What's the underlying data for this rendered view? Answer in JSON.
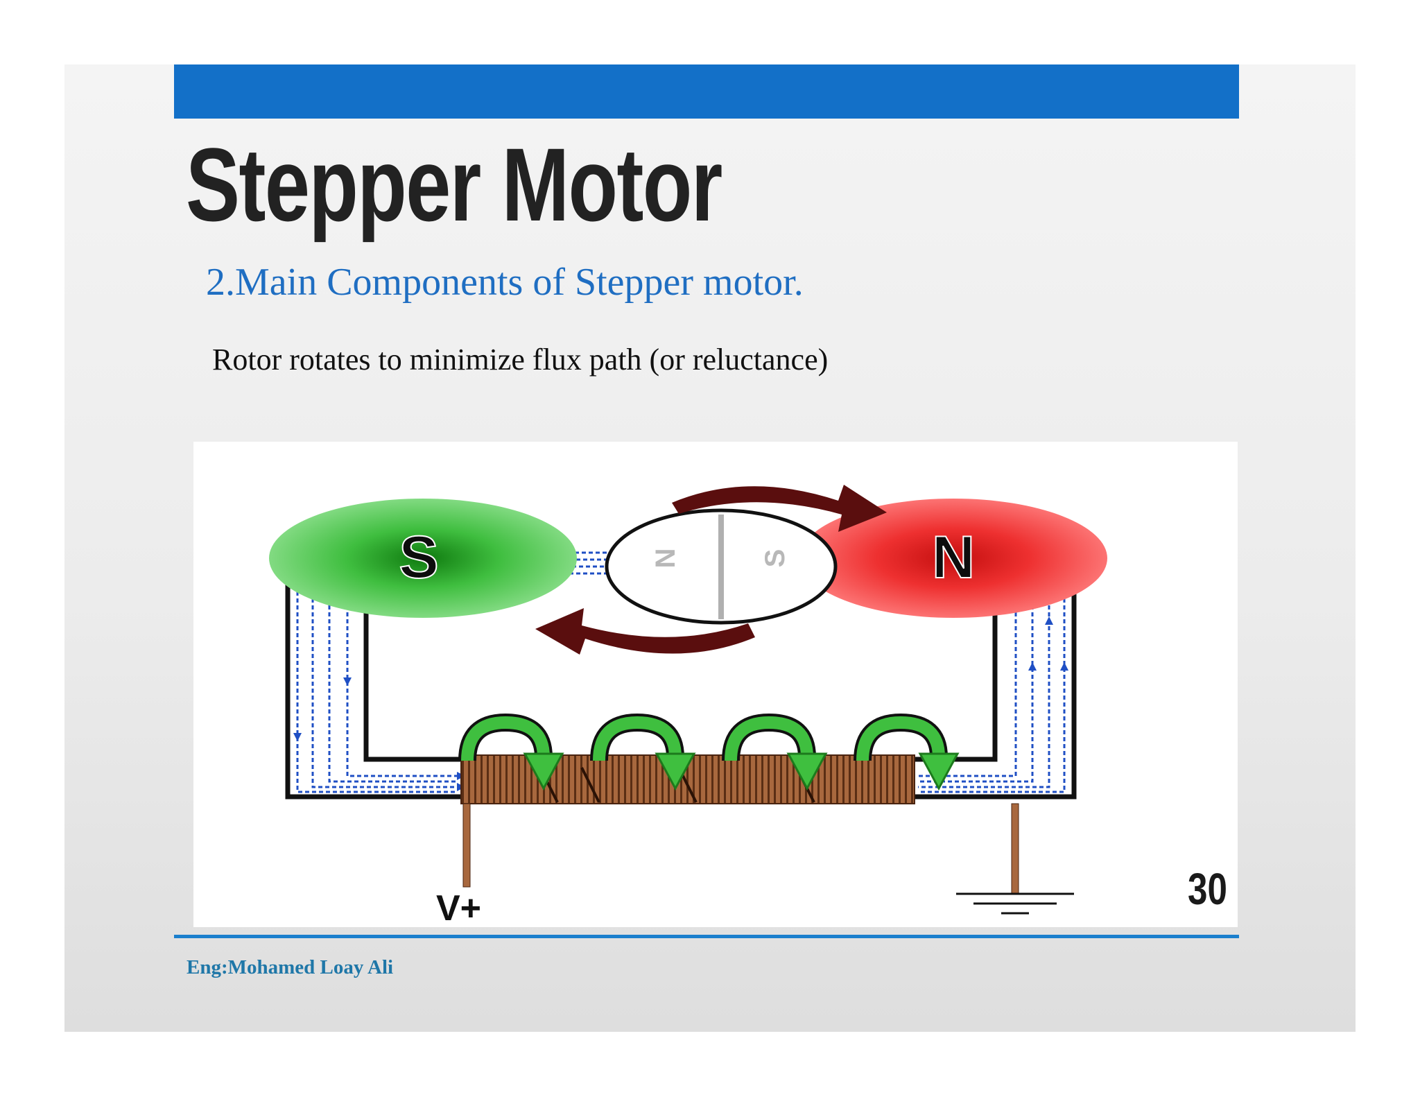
{
  "slide": {
    "title": "Stepper Motor",
    "subtitle": "2.Main Components of Stepper motor.",
    "body": "Rotor rotates to minimize flux path (or reluctance)",
    "page_number": "30",
    "author": "Eng:Mohamed Loay Ali"
  },
  "figure": {
    "stator_left_label": "S",
    "stator_right_label": "N",
    "rotor_left_label": "N",
    "rotor_right_label": "S",
    "supply_label": "V+",
    "colors": {
      "south_pole": "#3fbe3f",
      "north_pole": "#ee3030",
      "rotation_arrow": "#5a0e0e",
      "coil": "#8a5030",
      "current_arrow": "#3fbf3f",
      "flux_line": "#1f4fc4"
    }
  }
}
